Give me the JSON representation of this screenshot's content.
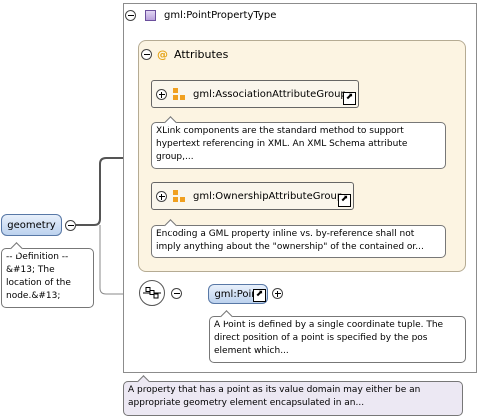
{
  "root_element": {
    "name": "geometry",
    "doc": "-- Definition --&#13; The location of the node.&#13;"
  },
  "complex_type": {
    "name": "gml:PointPropertyType",
    "doc": "A property that has a point as its value domain may either be an appropriate geometry element encapsulated in an..."
  },
  "attributes": {
    "title": "Attributes",
    "groups": [
      {
        "name": "gml:AssociationAttributeGroup",
        "doc": "XLink components are the standard method to support hypertext referencing in XML. An XML Schema attribute group,..."
      },
      {
        "name": "gml:OwnershipAttributeGroup",
        "doc": "Encoding a GML property inline vs. by-reference shall not imply anything about the \"ownership\" of the contained or..."
      }
    ]
  },
  "child_element": {
    "name": "gml:Point",
    "doc": "A Point is defined by a single coordinate tuple. The direct position of a point is specified by the pos element which..."
  },
  "icons": {
    "collapse": "minus-toggle-icon",
    "expand": "plus-toggle-icon",
    "complex_type": "complex-type-icon",
    "attribute": "at-sign-icon",
    "group": "attribute-group-icon",
    "reference": "reference-arrow-icon",
    "sequence": "sequence-compositor-icon"
  },
  "colors": {
    "attribute_panel_bg": "#fcf4e2",
    "element_fill": "#bcd2ee",
    "type_doc_bg": "#ece8f3"
  }
}
